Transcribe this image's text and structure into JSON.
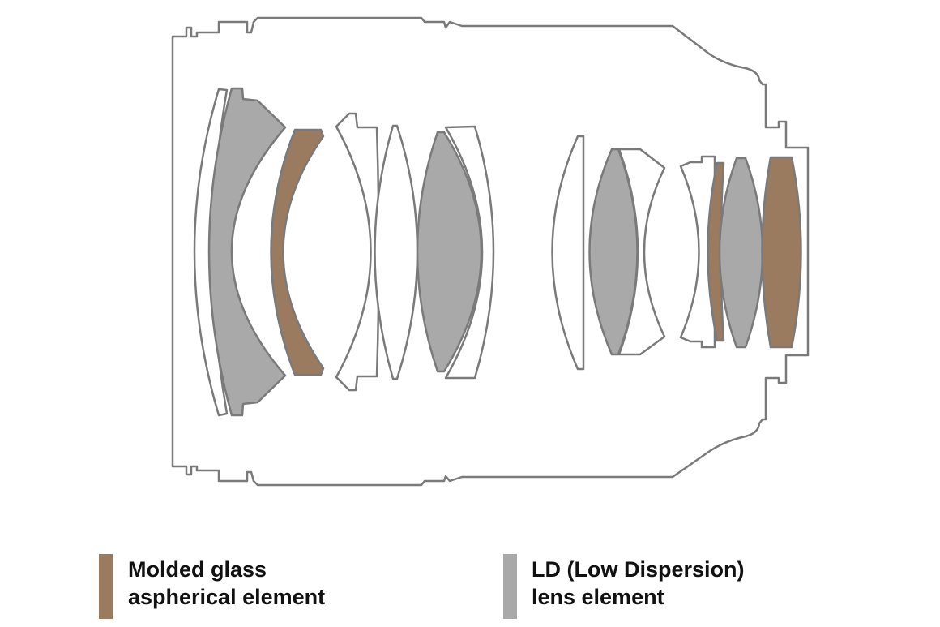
{
  "colors": {
    "outline": "#7a7a7a",
    "aspherical": "#9a7b5f",
    "ld": "#a9a9a9",
    "plain": "#ffffff"
  },
  "legend": [
    {
      "id": "aspherical",
      "line1": "Molded glass",
      "line2": "aspherical element",
      "color_key": "aspherical"
    },
    {
      "id": "ld",
      "line1": "LD (Low Dispersion)",
      "line2": "lens element",
      "color_key": "ld"
    }
  ],
  "elements": [
    {
      "index": 1,
      "type": "plain"
    },
    {
      "index": 2,
      "type": "ld"
    },
    {
      "index": 3,
      "type": "aspherical"
    },
    {
      "index": 4,
      "type": "plain"
    },
    {
      "index": 5,
      "type": "plain"
    },
    {
      "index": 6,
      "type": "ld"
    },
    {
      "index": 7,
      "type": "plain"
    },
    {
      "index": 8,
      "type": "plain"
    },
    {
      "index": 9,
      "type": "ld"
    },
    {
      "index": 10,
      "type": "plain"
    },
    {
      "index": 11,
      "type": "plain"
    },
    {
      "index": 12,
      "type": "aspherical"
    },
    {
      "index": 13,
      "type": "ld"
    },
    {
      "index": 14,
      "type": "aspherical"
    }
  ]
}
